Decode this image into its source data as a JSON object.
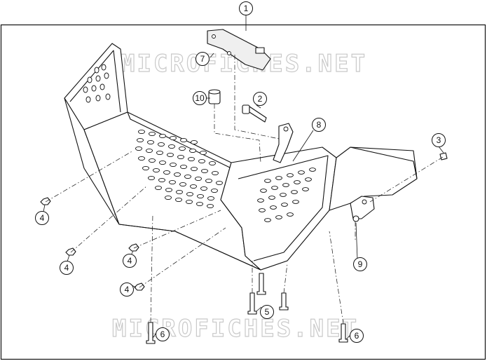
{
  "watermark": {
    "text": "MICROFICHES.NET"
  },
  "callouts": [
    {
      "id": "c1",
      "label": "1"
    },
    {
      "id": "c2",
      "label": "2"
    },
    {
      "id": "c3",
      "label": "3"
    },
    {
      "id": "c4a",
      "label": "4"
    },
    {
      "id": "c4b",
      "label": "4"
    },
    {
      "id": "c4c",
      "label": "4"
    },
    {
      "id": "c4d",
      "label": "4"
    },
    {
      "id": "c5",
      "label": "5"
    },
    {
      "id": "c6a",
      "label": "6"
    },
    {
      "id": "c6b",
      "label": "6"
    },
    {
      "id": "c7",
      "label": "7"
    },
    {
      "id": "c8",
      "label": "8"
    },
    {
      "id": "c9",
      "label": "9"
    },
    {
      "id": "c10",
      "label": "10"
    }
  ]
}
